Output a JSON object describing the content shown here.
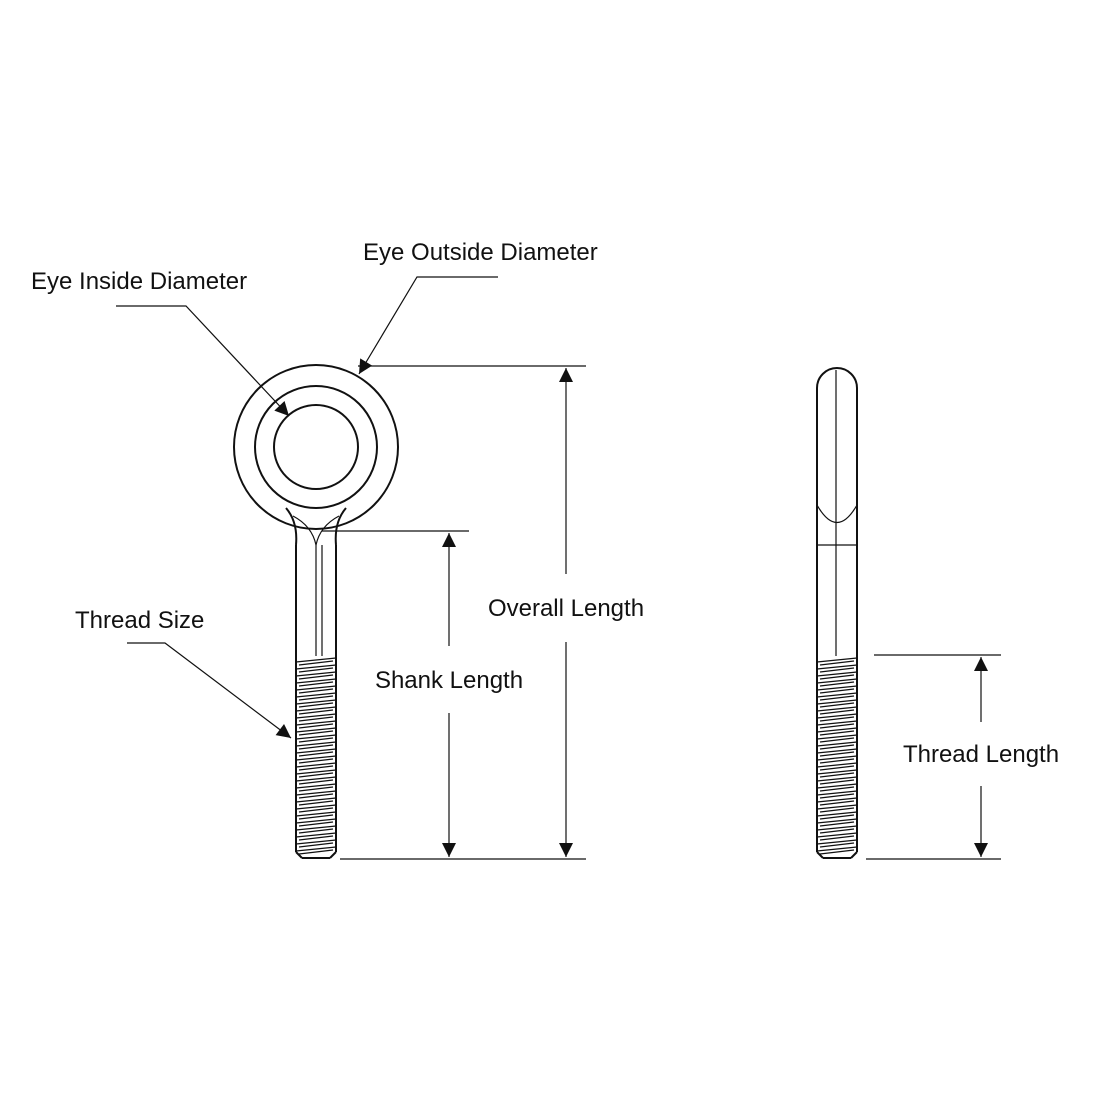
{
  "drawing": {
    "labels": {
      "eye_outside_diameter": "Eye Outside Diameter",
      "eye_inside_diameter": "Eye Inside Diameter",
      "thread_size": "Thread Size",
      "overall_length": "Overall Length",
      "shank_length": "Shank Length",
      "thread_length": "Thread Length"
    },
    "views": [
      "front-view",
      "side-view"
    ],
    "colors": {
      "line": "#111111",
      "background": "#ffffff"
    }
  }
}
